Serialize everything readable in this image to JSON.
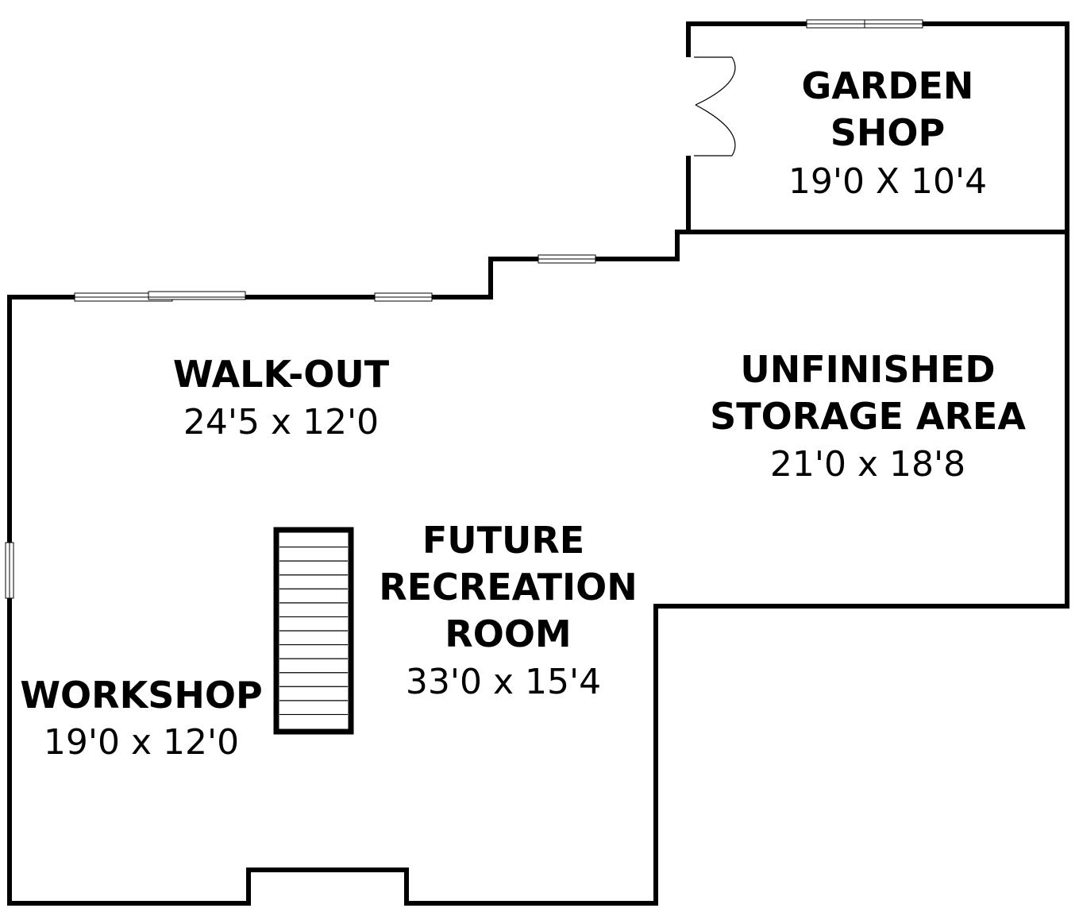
{
  "plan": {
    "rooms": {
      "garden_shop": {
        "name_line1": "GARDEN",
        "name_line2": "SHOP",
        "dims": "19'0 X 10'4"
      },
      "unfinished_storage": {
        "name_line1": "UNFINISHED",
        "name_line2": "STORAGE AREA",
        "dims": "21'0 x 18'8"
      },
      "walk_out": {
        "name": "WALK-OUT",
        "dims": "24'5 x 12'0"
      },
      "future_recreation": {
        "name_line1": "FUTURE",
        "name_line2": "RECREATION",
        "name_line3": "ROOM",
        "dims": "33'0 x 15'4"
      },
      "workshop": {
        "name": "WORKSHOP",
        "dims": "19'0 x 12'0"
      }
    },
    "colors": {
      "wall": "#000000",
      "background": "#ffffff"
    }
  }
}
